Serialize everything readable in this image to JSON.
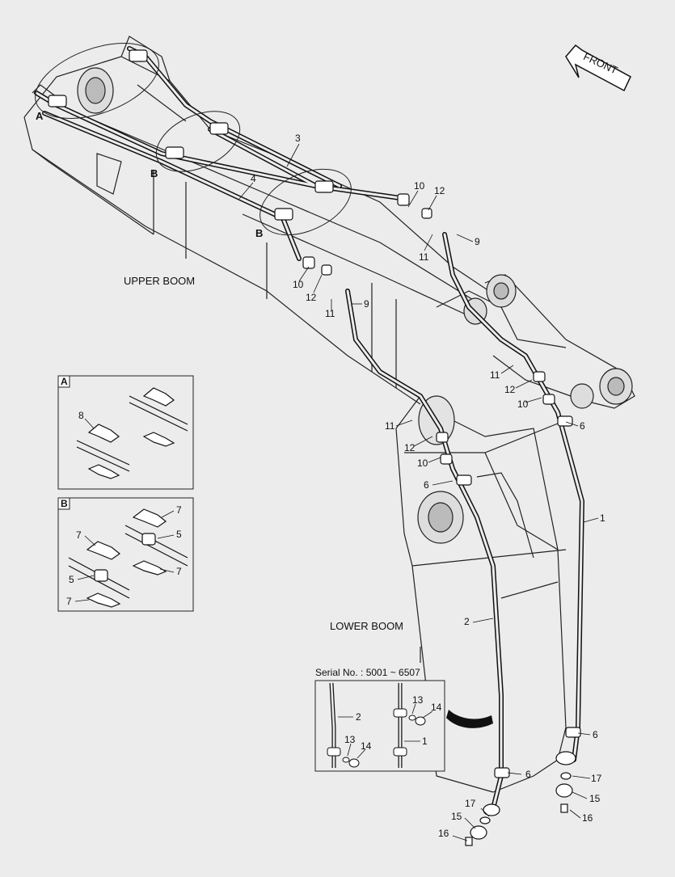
{
  "labels": {
    "upper_boom": "UPPER BOOM",
    "lower_boom": "LOWER BOOM",
    "front": "FRONT",
    "serial": "Serial No. : 5001 ~ 6507",
    "detail_a": "A",
    "detail_b": "B",
    "view_a": "A",
    "view_b1": "B",
    "view_b2": "B"
  },
  "callouts": {
    "c1": "1",
    "c2": "2",
    "c3": "3",
    "c4": "4",
    "c6a": "6",
    "c6b": "6",
    "c6c": "6",
    "c6d": "6",
    "c9a": "9",
    "c9b": "9",
    "c10a": "10",
    "c10b": "10",
    "c10c": "10",
    "c10d": "10",
    "c11a": "11",
    "c11b": "11",
    "c11c": "11",
    "c11d": "11",
    "c12a": "12",
    "c12b": "12",
    "c12c": "12",
    "c12d": "12",
    "c15a": "15",
    "c15b": "15",
    "c16a": "16",
    "c16b": "16",
    "c17a": "17",
    "c17b": "17",
    "a8": "8",
    "b7a": "7",
    "b7b": "7",
    "b7c": "7",
    "b7d": "7",
    "b5a": "5",
    "b5b": "5",
    "s2": "2",
    "s1": "1",
    "s13a": "13",
    "s14a": "14",
    "s13b": "13",
    "s14b": "14"
  }
}
